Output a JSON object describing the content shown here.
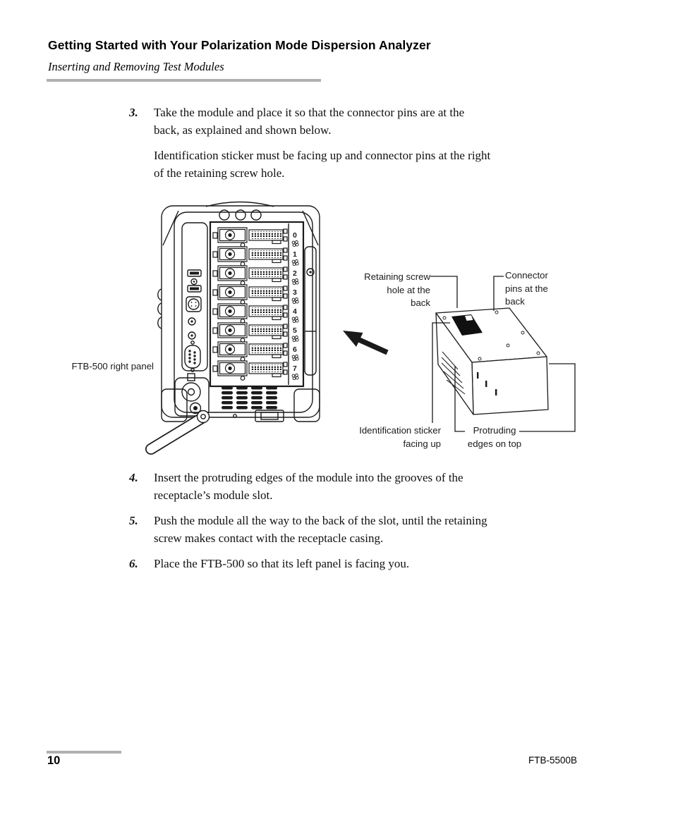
{
  "header": {
    "title": "Getting Started with Your Polarization Mode Dispersion Analyzer",
    "subtitle": "Inserting and Removing Test Modules"
  },
  "steps": [
    {
      "num": "3.",
      "text": "Take the module and place it so that the connector pins are at the\nback, as explained and shown below.",
      "note": "Identification sticker must be facing up and connector pins at the right\nof the retaining screw hole."
    },
    {
      "num": "4.",
      "text": "Insert the protruding edges of the module into the grooves of the\nreceptacle’s module slot."
    },
    {
      "num": "5.",
      "text": "Push the module all the way to the back of the slot, until the retaining\nscrew makes contact with the receptacle casing."
    },
    {
      "num": "6.",
      "text": "Place the FTB-500 so that its left panel is facing you."
    }
  ],
  "figure": {
    "panel_label": "FTB-500 right panel",
    "callout_retaining": "Retaining screw\nhole at the\nback",
    "callout_connector": "Connector\npins at the\nback",
    "callout_identification": "Identification sticker\nfacing up",
    "callout_protruding": "Protruding\nedges on top",
    "panel": {
      "slots": [
        "0",
        "1",
        "2",
        "3",
        "4",
        "5",
        "6",
        "7"
      ]
    }
  },
  "footer": {
    "page_number": "10",
    "doc_code": "FTB-5500B"
  },
  "colors": {
    "line": "#1a1a1a",
    "rule_gray": "#b0b0b0"
  }
}
